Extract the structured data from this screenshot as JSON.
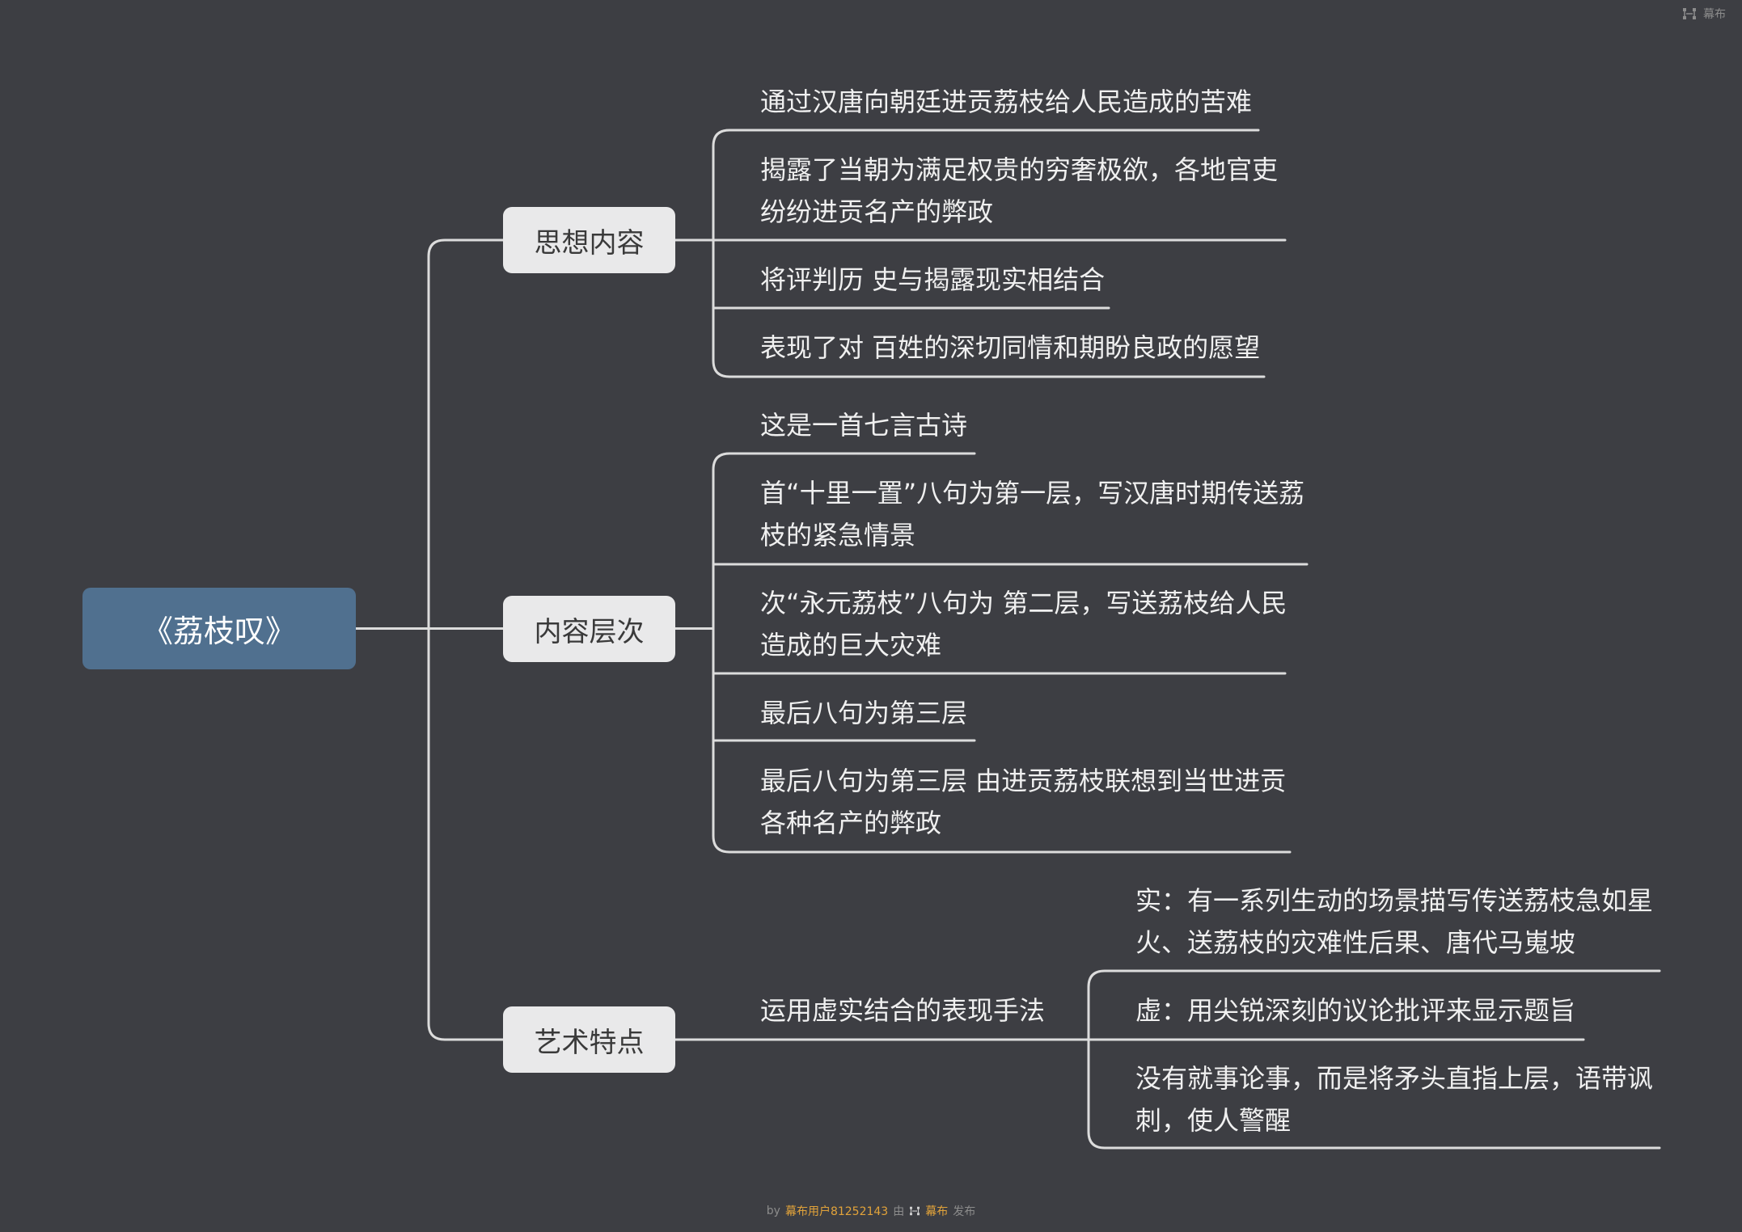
{
  "app": {
    "brand_label": "幕布",
    "brand_icon": "mubu-logo-icon"
  },
  "root": {
    "title": "《荔枝叹》"
  },
  "branches": [
    {
      "label": "思想内容",
      "items": [
        {
          "lines": [
            "通过汉唐向朝廷进贡荔枝给人民造成的苦难"
          ]
        },
        {
          "lines": [
            "揭露了当朝为满足权贵的穷奢极欲，各地官吏",
            "纷纷进贡名产的弊政"
          ]
        },
        {
          "lines": [
            "将评判历 史与揭露现实相结合"
          ]
        },
        {
          "lines": [
            "表现了对 百姓的深切同情和期盼良政的愿望"
          ]
        }
      ]
    },
    {
      "label": "内容层次",
      "items": [
        {
          "lines": [
            "这是一首七言古诗"
          ]
        },
        {
          "lines": [
            "首“十里一置”八句为第一层，写汉唐时期传送荔",
            "枝的紧急情景"
          ]
        },
        {
          "lines": [
            "次“永元荔枝”八句为 第二层，写送荔枝给人民",
            "造成的巨大灾难"
          ]
        },
        {
          "lines": [
            "最后八句为第三层"
          ]
        },
        {
          "lines": [
            "最后八句为第三层 由进贡荔枝联想到当世进贡",
            "各种名产的弊政"
          ]
        }
      ]
    },
    {
      "label": "艺术特点",
      "items": [
        {
          "lines": [
            "运用虚实结合的表现手法"
          ],
          "children": [
            {
              "lines": [
                "实：有一系列生动的场景描写传送荔枝急如星",
                "火、送荔枝的灾难性后果、唐代马嵬坡"
              ]
            },
            {
              "lines": [
                "虚：用尖锐深刻的议论批评来显示题旨"
              ]
            },
            {
              "lines": [
                "没有就事论事，而是将矛头直指上层，语带讽",
                "刺，使人警醒"
              ]
            }
          ]
        }
      ]
    }
  ],
  "footer": {
    "by": "by",
    "author": "幕布用户81252143",
    "via": "由",
    "brand_icon": "mubu-logo-icon",
    "brand": "幕布",
    "action": "发布"
  },
  "colors": {
    "background": "#3d3e43",
    "root_fill": "#50708f",
    "branch_fill": "#e9e9ea",
    "branch_text": "#3a3a3a",
    "line": "#dcdcdc",
    "text": "#f0f0f0",
    "footer_text": "#8c8c8c",
    "footer_link": "#e2a33a"
  }
}
